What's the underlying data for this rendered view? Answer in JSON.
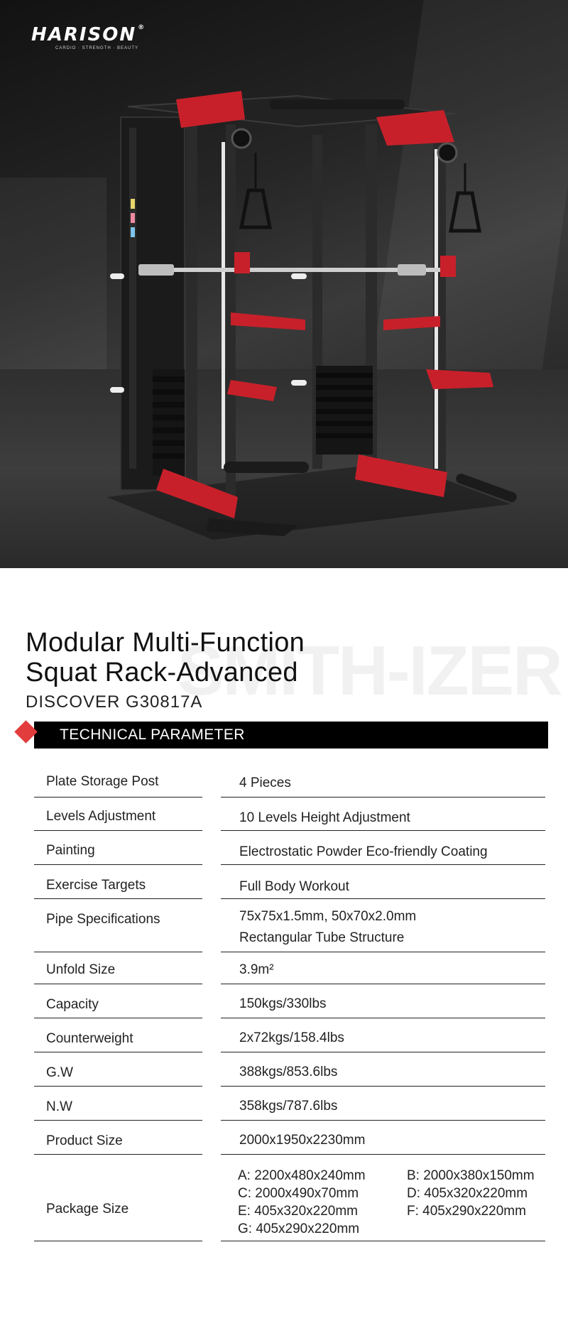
{
  "brand": {
    "name": "HARISON",
    "tagline": "CARDIO · STRENGTH · BEAUTY"
  },
  "product": {
    "title_line1": "Modular Multi-Function",
    "title_line2": "Squat Rack-Advanced",
    "model": "DISCOVER G30817A",
    "ghost_text": "SMITH-IZER"
  },
  "section_title": "TECHNICAL PARAMETER",
  "colors": {
    "accent": "#e23c3c",
    "bar": "#000000",
    "frame_red": "#c8202a"
  },
  "specs": [
    {
      "label": "Plate Storage Post",
      "value": "4 Pieces"
    },
    {
      "label": "Levels Adjustment",
      "value": "10 Levels Height Adjustment"
    },
    {
      "label": "Painting",
      "value": "Electrostatic Powder Eco-friendly Coating"
    },
    {
      "label": "Exercise Targets",
      "value": "Full Body Workout"
    },
    {
      "label": "Pipe Specifications",
      "value_line1": "75x75x1.5mm, 50x70x2.0mm",
      "value_line2": "Rectangular Tube Structure"
    },
    {
      "label": "Unfold Size",
      "value": "3.9m²"
    },
    {
      "label": "Capacity",
      "value": "150kgs/330lbs"
    },
    {
      "label": "Counterweight",
      "value": "2x72kgs/158.4lbs"
    },
    {
      "label": "G.W",
      "value": "388kgs/853.6lbs"
    },
    {
      "label": "N.W",
      "value": "358kgs/787.6lbs"
    },
    {
      "label": "Product Size",
      "value": "2000x1950x2230mm"
    },
    {
      "label": "Package Size",
      "packages": [
        "A: 2200x480x240mm",
        "B: 2000x380x150mm",
        "C: 2000x490x70mm",
        "D: 405x320x220mm",
        "E: 405x320x220mm",
        "F: 405x290x220mm",
        "G: 405x290x220mm"
      ]
    }
  ]
}
